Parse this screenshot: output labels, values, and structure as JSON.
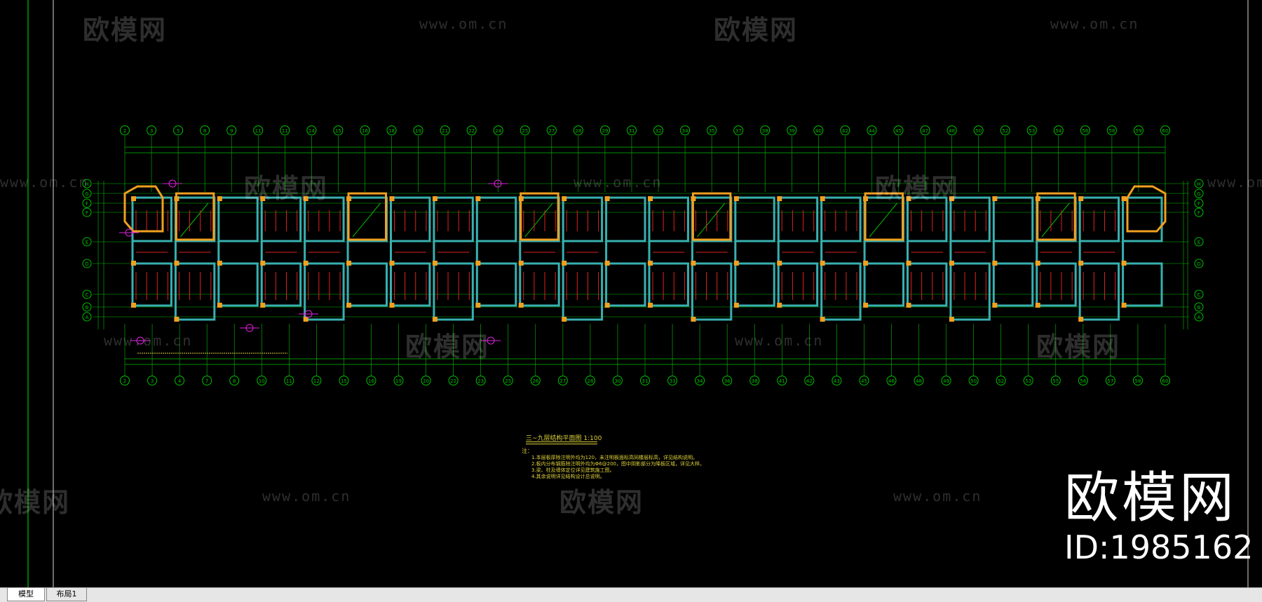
{
  "watermarks": {
    "logo_text": "欧模网",
    "url_text": "www.om.cn",
    "big_logo": "欧模网",
    "big_id": "ID:1985162"
  },
  "drawing": {
    "top_axis_labels": [
      "2",
      "3",
      "5",
      "8",
      "9",
      "11",
      "11",
      "14",
      "15",
      "16",
      "18",
      "19",
      "21",
      "22",
      "24",
      "25",
      "27",
      "28",
      "29",
      "31",
      "32",
      "34",
      "35",
      "37",
      "38",
      "39",
      "40",
      "42",
      "44",
      "45",
      "47",
      "48",
      "50",
      "52",
      "53",
      "54",
      "56",
      "58",
      "59",
      "60"
    ],
    "bottom_axis_labels": [
      "2",
      "3",
      "4",
      "7",
      "8",
      "10",
      "11",
      "12",
      "15",
      "16",
      "19",
      "20",
      "22",
      "23",
      "25",
      "26",
      "27",
      "28",
      "30",
      "31",
      "33",
      "34",
      "36",
      "38",
      "41",
      "42",
      "43",
      "45",
      "46",
      "48",
      "49",
      "50",
      "52",
      "53",
      "55",
      "56",
      "57",
      "58",
      "60"
    ],
    "left_axis_labels": [
      "H",
      "G",
      "F",
      "F",
      "E",
      "D",
      "C",
      "B",
      "A"
    ],
    "right_axis_labels": [
      "H",
      "G",
      "F",
      "F",
      "E",
      "D",
      "C",
      "B",
      "A"
    ],
    "plan_title": "三~九层结构平面图  1:100",
    "notes_heading": "注：",
    "notes": [
      "1.本层板厚除注明外均为120，未注明板面标高同楼层标高，详见结构说明。",
      "2.板内分布钢筋除注明外均为Φ6@200，图中阴影部分为降板区域，详见大样。",
      "3.梁、柱及墙体定位详见建筑施工图。",
      "4.其余说明详见结构设计总说明。"
    ]
  },
  "tabs": [
    {
      "label": "模型",
      "active": true
    },
    {
      "label": "布局1",
      "active": false
    }
  ],
  "colors": {
    "background": "#000000",
    "axis_green": "#00c000",
    "wall_cyan": "#38b0b0",
    "column_orange": "#f0a020",
    "rebar_red": "#e02020",
    "annotation_magenta": "#e020e0",
    "text_yellow": "#e0d23a"
  }
}
